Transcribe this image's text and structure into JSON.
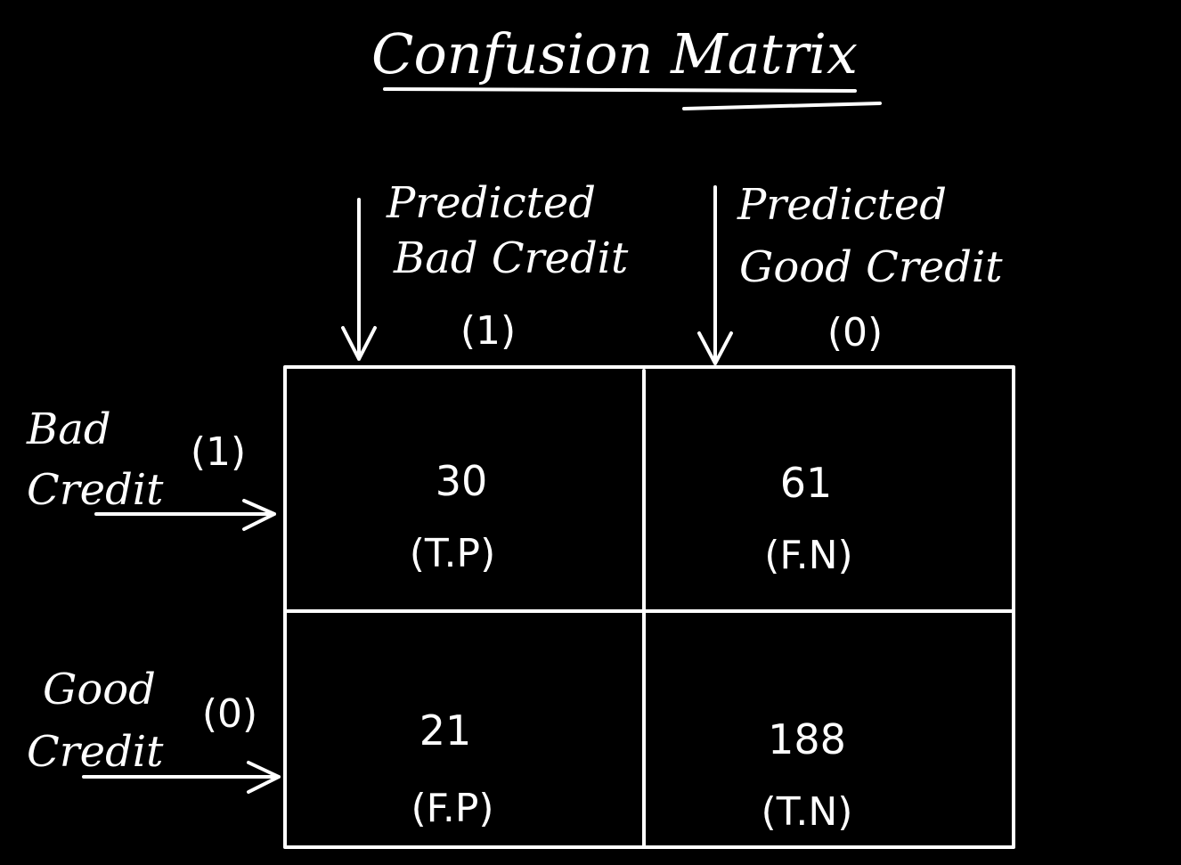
{
  "title": "Confusion Matrix",
  "columns": [
    {
      "line1": "Predicted",
      "line2": "Bad Credit",
      "code": "(1)"
    },
    {
      "line1": "Predicted",
      "line2": "Good Credit",
      "code": "(0)"
    }
  ],
  "rows": [
    {
      "line1": "Bad",
      "line2": "Credit",
      "code": "(1)"
    },
    {
      "line1": "Good",
      "line2": "Credit",
      "code": "(0)"
    }
  ],
  "cells": [
    [
      {
        "value": "30",
        "label": "(T.P)"
      },
      {
        "value": "61",
        "label": "(F.N)"
      }
    ],
    [
      {
        "value": "21",
        "label": "(F.P)"
      },
      {
        "value": "188",
        "label": "(T.N)"
      }
    ]
  ],
  "colors": {
    "background": "#000000",
    "ink": "#ffffff"
  }
}
